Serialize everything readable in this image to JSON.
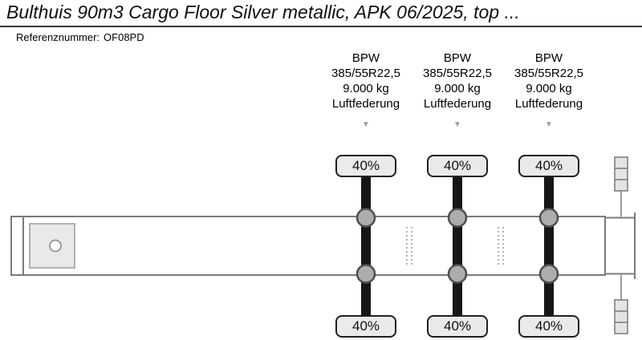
{
  "header": {
    "title": "Bulthuis 90m3 Cargo Floor Silver metallic, APK 06/2025, top ...",
    "reference_label": "Referenznummer:",
    "reference_value": "OF08PD"
  },
  "icons": {
    "dropdown_arrow": "▼"
  },
  "colors": {
    "axle_bar": "#161616",
    "chassis_outline": "#7a7a7a",
    "hub_fill": "#adadad",
    "hub_stroke": "#4f4f4f",
    "wear_label_bg": "#eaeaea",
    "wear_label_border": "#1f1f1f",
    "arrow_gray": "#9c9c9c"
  },
  "axles": [
    {
      "brand": "BPW",
      "tire_size": "385/55R22,5",
      "axle_load": "9.000 kg",
      "suspension": "Luftfederung",
      "tread_top": "40%",
      "tread_bottom": "40%"
    },
    {
      "brand": "BPW",
      "tire_size": "385/55R22,5",
      "axle_load": "9.000 kg",
      "suspension": "Luftfederung",
      "tread_top": "40%",
      "tread_bottom": "40%"
    },
    {
      "brand": "BPW",
      "tire_size": "385/55R22,5",
      "axle_load": "9.000 kg",
      "suspension": "Luftfederung",
      "tread_top": "40%",
      "tread_bottom": "40%"
    }
  ]
}
